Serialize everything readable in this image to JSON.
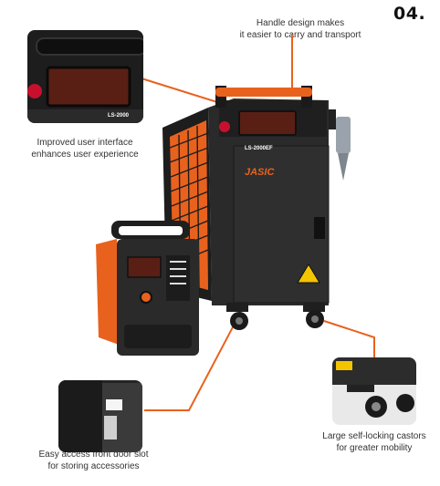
{
  "page_number": "04.",
  "features": {
    "handle": {
      "line1": "Handle design makes",
      "line2": "it easier to carry and transport"
    },
    "interface": {
      "line1": "Improved user interface",
      "line2": "enhances user experience"
    },
    "door": {
      "line1": "Easy access front door slot",
      "line2": "for storing accessories"
    },
    "castors": {
      "line1": "Large self-locking castors",
      "line2": "for greater mobility"
    }
  },
  "product": {
    "brand": "JASIC",
    "model": "LS-2000EF",
    "inset_model": "LS-2000"
  },
  "colors": {
    "accent": "#e8621e",
    "body": "#262626",
    "screen": "#5a1f14"
  }
}
